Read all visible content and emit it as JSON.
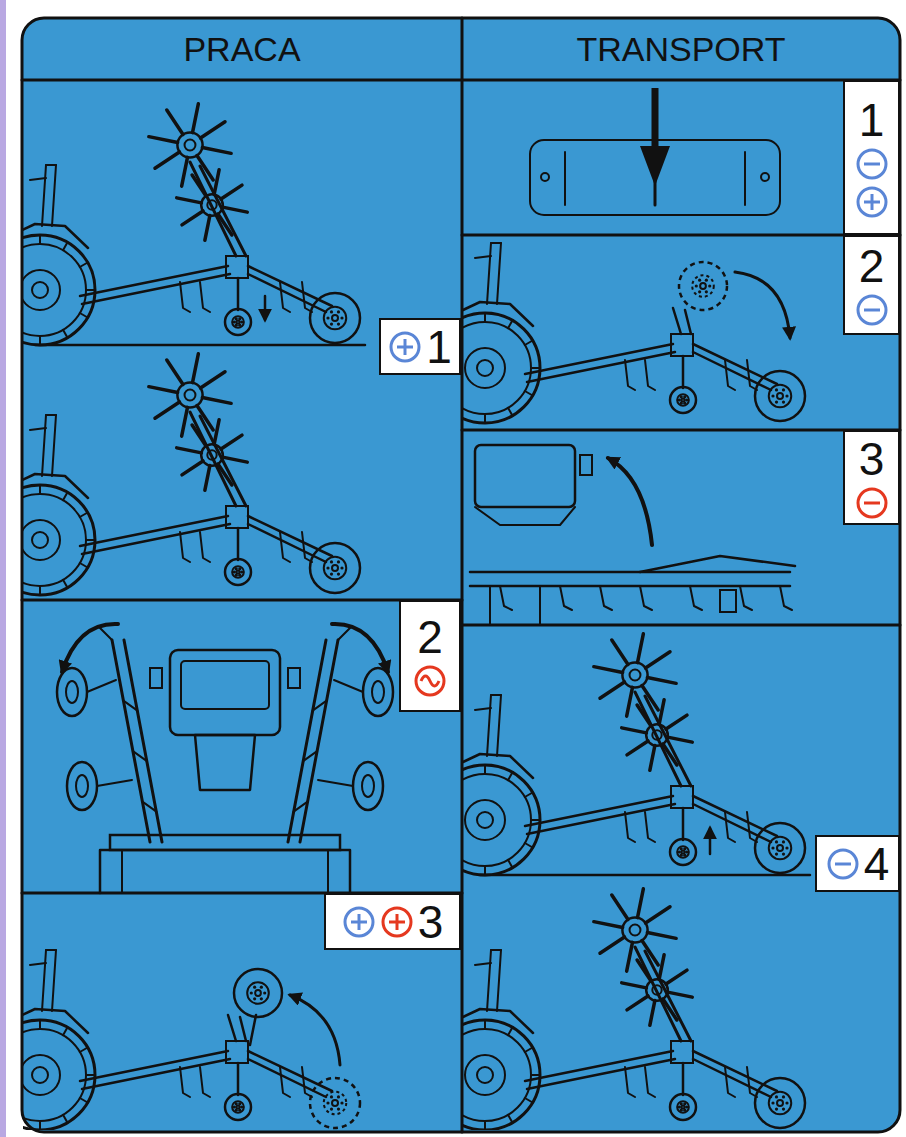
{
  "diagram": {
    "nodes": [
      {
        "text": [
          "PRACA"
        ]
      },
      {
        "text": [
          "1"
        ],
        "in": 0
      },
      {
        "text": [
          "2"
        ],
        "in": 0
      },
      {
        "text": [
          "3"
        ],
        "in": 0
      },
      {
        "text": [
          "TRANSPORT"
        ]
      },
      {
        "text": [
          "1"
        ],
        "in": 4
      },
      {
        "text": [
          "2"
        ],
        "in": 4
      },
      {
        "text": [
          "3"
        ],
        "in": 4
      },
      {
        "text": [
          "4"
        ],
        "in": 4
      }
    ]
  }
}
